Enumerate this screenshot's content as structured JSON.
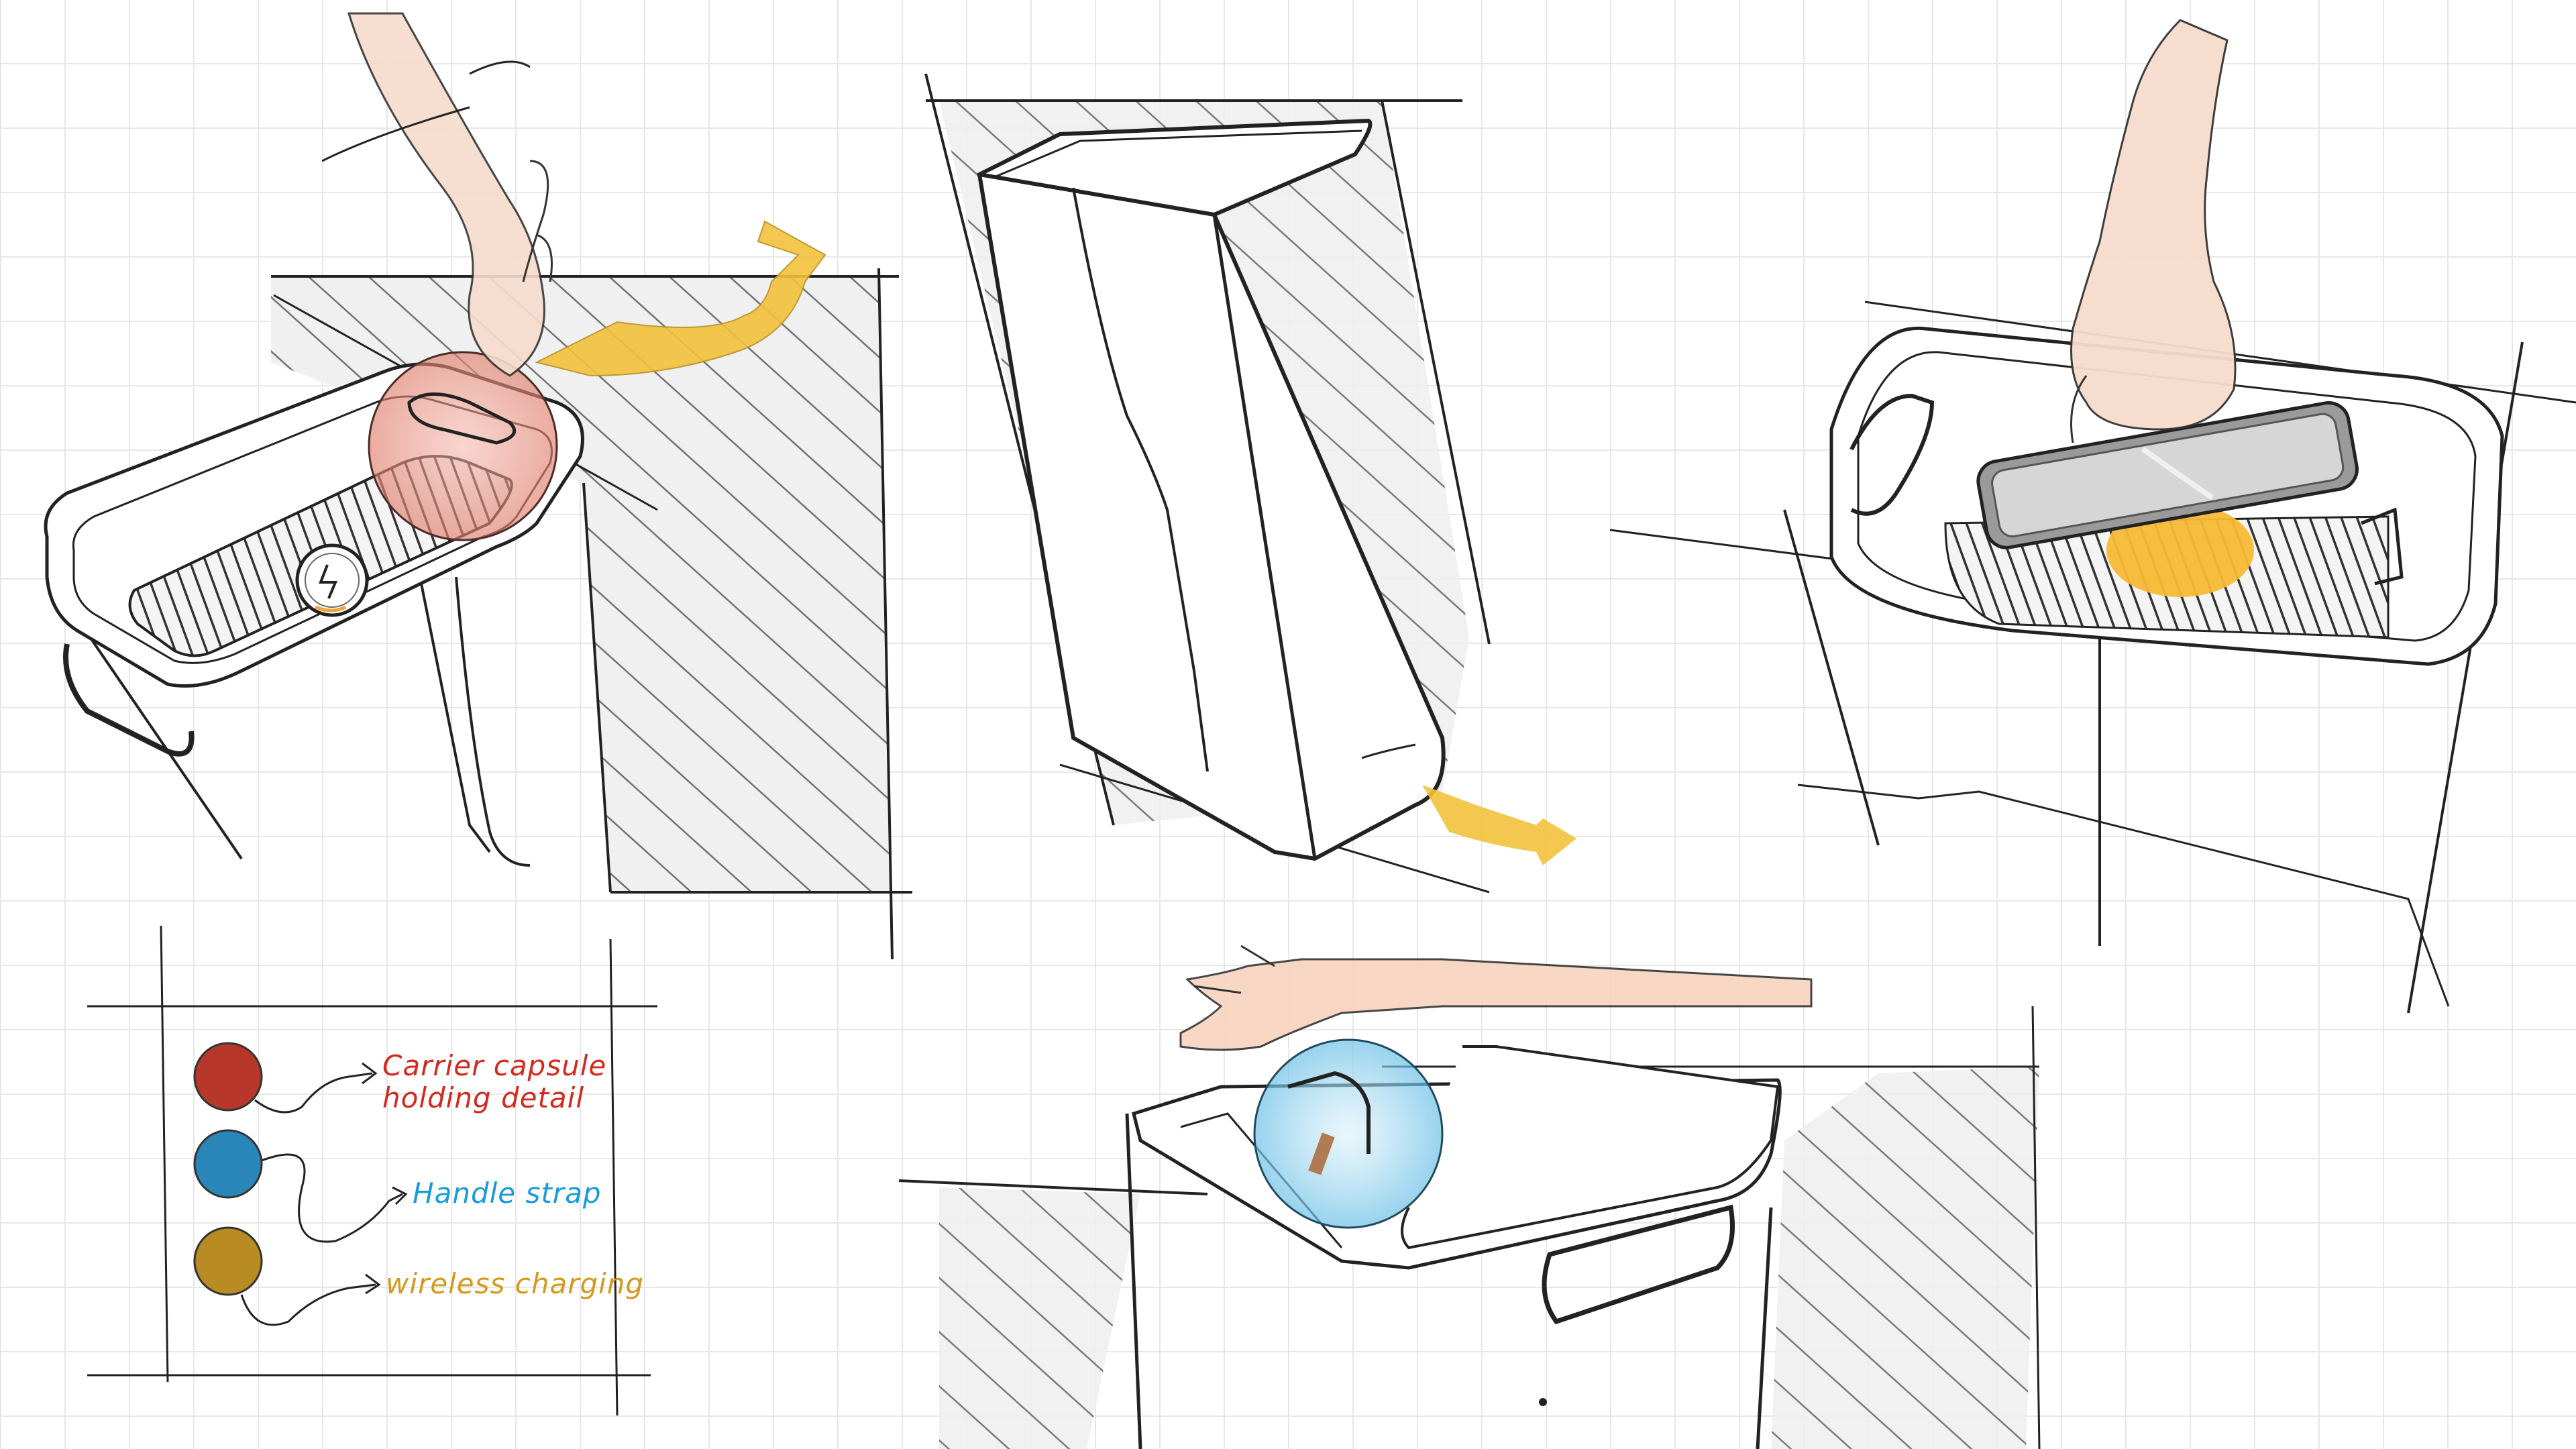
{
  "legend": {
    "items": [
      {
        "label_lines": [
          "Carrier capsule",
          "holding detail"
        ],
        "color": "#b8372b",
        "text_color": "#d22a1e"
      },
      {
        "label_lines": [
          "Handle strap"
        ],
        "color": "#2a86b8",
        "text_color": "#1a9ad8"
      },
      {
        "label_lines": [
          "wireless charging"
        ],
        "color": "#b88c22",
        "text_color": "#d39b1d"
      }
    ]
  },
  "colors": {
    "ink": "#222222",
    "hatch": "#6a6a6a",
    "shadow_fill": "#ededed",
    "arrow_yellow": "#f3c23c",
    "skin": "#f4d3bd",
    "glow_red": "#e88f7f",
    "glow_blue": "#7fc8e8",
    "pad_yellow": "#f5b935"
  },
  "icons": [
    "wireless-charging-icon",
    "arrow-up-icon",
    "arrow-right-icon"
  ]
}
